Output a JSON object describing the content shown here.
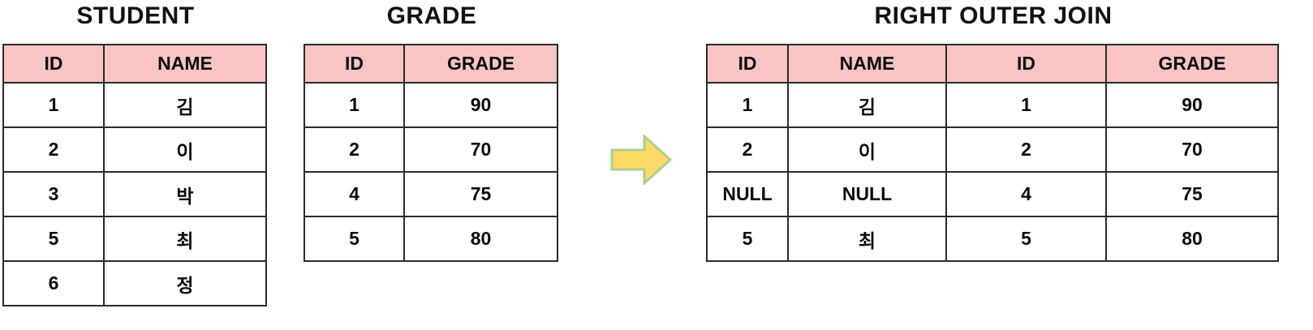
{
  "tables": [
    {
      "id": "student",
      "title": "STUDENT",
      "columns": [
        "ID",
        "NAME"
      ],
      "rows": [
        {
          "cells": [
            "1",
            "김"
          ],
          "highlight": [
            true,
            false
          ]
        },
        {
          "cells": [
            "2",
            "이"
          ],
          "highlight": [
            true,
            false
          ]
        },
        {
          "cells": [
            "3",
            "박"
          ],
          "highlight": [
            false,
            false
          ]
        },
        {
          "cells": [
            "5",
            "최"
          ],
          "highlight": [
            true,
            false
          ]
        },
        {
          "cells": [
            "6",
            "정"
          ],
          "highlight": [
            false,
            false
          ]
        }
      ]
    },
    {
      "id": "grade",
      "title": "GRADE",
      "columns": [
        "ID",
        "GRADE"
      ],
      "rows": [
        {
          "cells": [
            "1",
            "90"
          ],
          "highlight": [
            true,
            false
          ]
        },
        {
          "cells": [
            "2",
            "70"
          ],
          "highlight": [
            true,
            false
          ]
        },
        {
          "cells": [
            "4",
            "75"
          ],
          "highlight": [
            false,
            false
          ]
        },
        {
          "cells": [
            "5",
            "80"
          ],
          "highlight": [
            true,
            false
          ]
        }
      ]
    },
    {
      "id": "result",
      "title": "RIGHT OUTER JOIN",
      "columns": [
        "ID",
        "NAME",
        "ID",
        "GRADE"
      ],
      "rows": [
        {
          "cells": [
            "1",
            "김",
            "1",
            "90"
          ],
          "highlight": [
            true,
            true,
            false,
            false
          ]
        },
        {
          "cells": [
            "2",
            "이",
            "2",
            "70"
          ],
          "highlight": [
            true,
            true,
            false,
            false
          ]
        },
        {
          "cells": [
            "NULL",
            "NULL",
            "4",
            "75"
          ],
          "highlight": [
            false,
            false,
            false,
            false
          ]
        },
        {
          "cells": [
            "5",
            "최",
            "5",
            "80"
          ],
          "highlight": [
            true,
            true,
            false,
            false
          ]
        }
      ]
    }
  ],
  "arrow": {
    "name": "right-arrow-icon",
    "fill": "#ffd966",
    "stroke": "#a9d18e"
  },
  "colors": {
    "header_pink": "#f8c4c4",
    "highlight_green": "#e3efd9",
    "border": "#2b2b2b",
    "text": "#0a0a0a",
    "background": "#ffffff"
  }
}
